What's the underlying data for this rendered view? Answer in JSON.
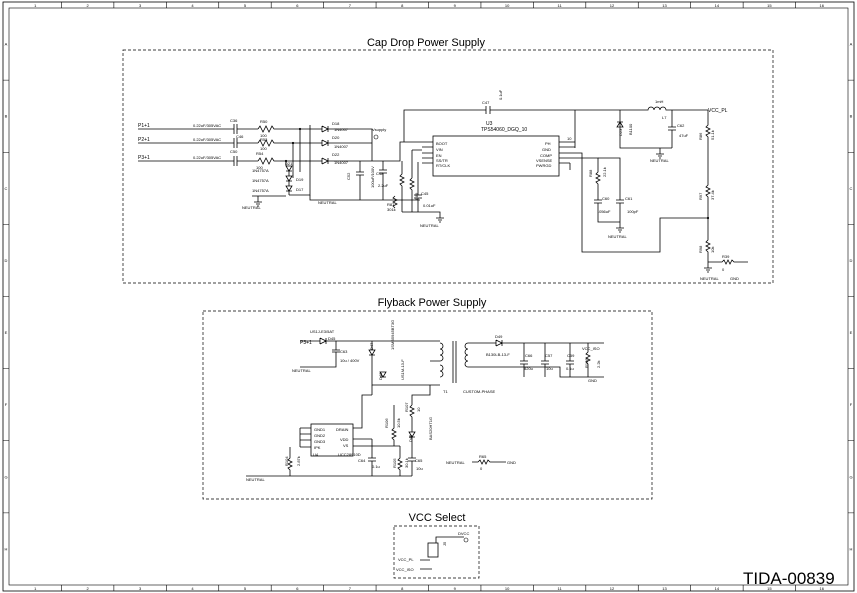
{
  "sheet": {
    "col_numbers": [
      "1",
      "2",
      "3",
      "4",
      "5",
      "6",
      "7",
      "8",
      "9",
      "10",
      "11",
      "12",
      "13",
      "14",
      "15",
      "16"
    ],
    "row_letters": [
      "A",
      "B",
      "C",
      "D",
      "E",
      "F",
      "G",
      "H"
    ],
    "document_id": "TIDA-00839"
  },
  "cap_drop": {
    "title": "Cap Drop Power Supply",
    "inputs": [
      "P1+1",
      "P2+1",
      "P3+1"
    ],
    "caps": [
      {
        "ref": "C36",
        "val": "0.22uF/305VAC"
      },
      {
        "ref": "C46",
        "val": "0.22uF/305VAC"
      },
      {
        "ref": "C50",
        "val": "0.22uF/305VAC"
      }
    ],
    "res": [
      {
        "ref": "R50",
        "val": "100"
      },
      {
        "ref": "R53",
        "val": "100"
      },
      {
        "ref": "R54",
        "val": "100"
      }
    ],
    "diodes": [
      {
        "ref": "D18",
        "val": "1N4007"
      },
      {
        "ref": "D20",
        "val": "1N4007"
      },
      {
        "ref": "D22",
        "val": "1N4007"
      }
    ],
    "zeners": [
      {
        "ref": "D21",
        "val": "1N4757A"
      },
      {
        "ref": "D19",
        "val": "1N4757A"
      },
      {
        "ref": "D17",
        "val": "1N4757A"
      }
    ],
    "vsupply": "Vsupply",
    "neutral": "NEUTRAL",
    "ic_ref": "U3",
    "ic_name": "TPS54060_DGQ_10",
    "ic_pins_left": [
      "BOOT",
      "VIN",
      "EN",
      "SS/TR",
      "RT/CLK"
    ],
    "ic_pins_right": [
      "PH",
      "GND",
      "COMP",
      "VSENSE",
      "PWRGD"
    ],
    "c47": {
      "ref": "C47",
      "val": "0.1uF"
    },
    "l7": {
      "ref": "L7",
      "val": "1mH"
    },
    "d23": {
      "ref": "D23",
      "val": "B1100"
    },
    "c62": {
      "ref": "C62",
      "val": "47uF"
    },
    "vcc_pl": "VCC_PL",
    "r86": {
      "ref": "R86",
      "val": "51.1k"
    },
    "r97": {
      "ref": "R97",
      "val": "37.4k"
    },
    "r98": {
      "ref": "R98",
      "val": "10k"
    },
    "r39": {
      "ref": "R39",
      "val": "0"
    },
    "gnd": "GND",
    "c48": {
      "ref": "C48",
      "val": "2.2uF"
    },
    "c52": {
      "ref": "C52",
      "val": "100uF/100V"
    },
    "r87": {
      "ref": "R87",
      "val": "301k"
    },
    "r89": {
      "ref": "R89",
      "val": "71.5k"
    },
    "c45": {
      "ref": "C45",
      "val": "0.01uF"
    },
    "r88": {
      "ref": "R88",
      "val": "22.1k"
    },
    "c60": {
      "ref": "C60",
      "val": ".056uF"
    },
    "c61": {
      "ref": "C61",
      "val": "100pF"
    },
    "pin_num_10": "10"
  },
  "flyback": {
    "title": "Flyback Power Supply",
    "input": "P3+1",
    "d45": {
      "ref": "D45",
      "val": "US1J-E3/5AT"
    },
    "c63": {
      "ref": "C63",
      "val": "10u / 400V"
    },
    "d47": {
      "ref": "D47",
      "val": "1SMB5945BT3G"
    },
    "d46": {
      "ref": "D46",
      "val": "US1M-13-F"
    },
    "t1": {
      "ref": "T1",
      "val": "CUSTOM-PHASE"
    },
    "d49": {
      "ref": "D49",
      "val": "B130LB-13-F"
    },
    "c66": {
      "ref": "C66",
      "val": "820u"
    },
    "c57": {
      "ref": "C57",
      "val": "10u"
    },
    "c59": {
      "ref": "C59",
      "val": "0.1u"
    },
    "r108": {
      "ref": "R108",
      "val": "2.2k"
    },
    "vcc_iso": "VCC_ISO",
    "gnd": "GND",
    "r107": {
      "ref": "R107",
      "val": "10"
    },
    "r106": {
      "ref": "R106",
      "val": "10.5k"
    },
    "d48": {
      "ref": "D48",
      "val": "BAS20HT1G"
    },
    "u4": {
      "ref": "U4",
      "name": "UCC28910D"
    },
    "u4_pins_left": [
      "GND1",
      "GND2",
      "GND3",
      "IPK"
    ],
    "u4_pins_right": [
      "DRAIN",
      "VDD",
      "VS"
    ],
    "r104": {
      "ref": "R104",
      "val": "2.87k"
    },
    "c64": {
      "ref": "C64",
      "val": "0.1u"
    },
    "r105": {
      "ref": "R105",
      "val": "30.1k"
    },
    "c65": {
      "ref": "C65",
      "val": "10u"
    },
    "r65": {
      "ref": "R65",
      "val": "0"
    },
    "neutral": "NEUTRAL"
  },
  "vcc_select": {
    "title": "VCC Select",
    "j": {
      "ref": "J5"
    },
    "dvcc": "DVCC",
    "vcc_pl": "VCC_PL",
    "vcc_iso": "VCC_ISO"
  }
}
